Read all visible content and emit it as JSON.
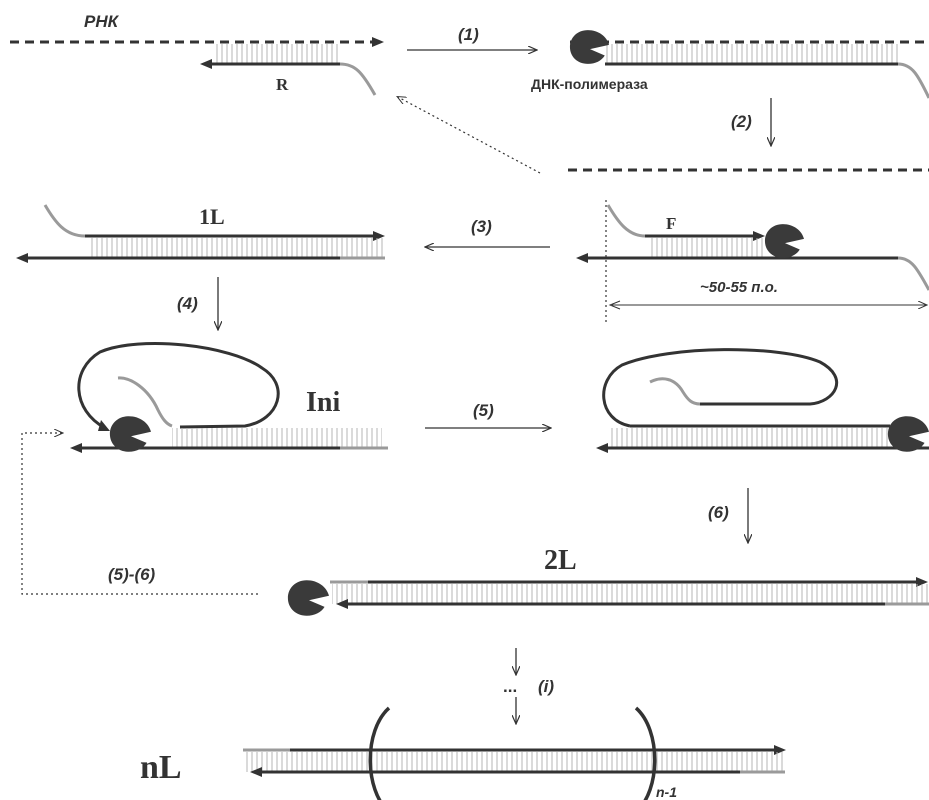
{
  "labels": {
    "rna": "РНК",
    "r": "R",
    "step1": "(1)",
    "polymerase": "ДНК-полимераза",
    "step2": "(2)",
    "l1": "1L",
    "step3": "(3)",
    "f": "F",
    "length": "~50-55 п.о.",
    "step4": "(4)",
    "ini": "Ini",
    "step5": "(5)",
    "step6": "(6)",
    "step56": "(5)-(6)",
    "l2": "2L",
    "dots": "...",
    "step_i": "(i)",
    "nl": "nL",
    "subscript": "n-1"
  },
  "colors": {
    "strand": "#333333",
    "primer_tail": "#9a9a9a",
    "hatch": "#b4b4b4",
    "polymerase": "#3a3a3a"
  }
}
